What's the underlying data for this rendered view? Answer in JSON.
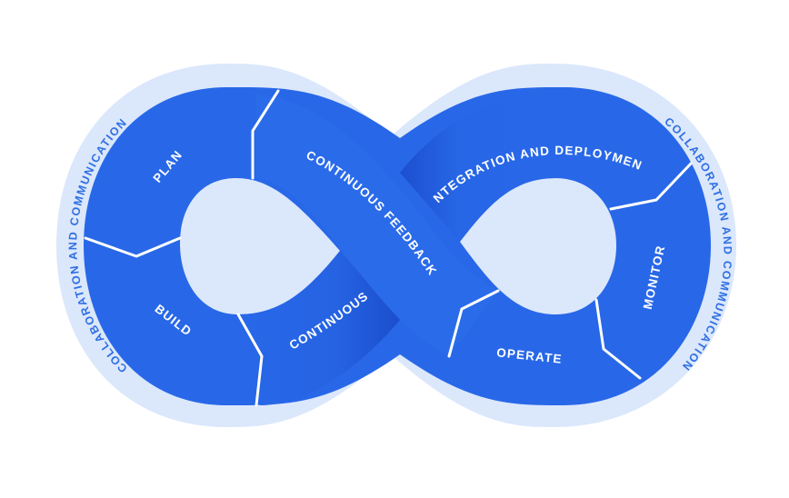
{
  "colors": {
    "background": "#ffffff",
    "halo": "#dbe7fb",
    "segment_primary": "#2868e8",
    "segment_shadow": "#1b4fcf",
    "divider": "#ffffff",
    "ring_text": "#2f6fe4"
  },
  "ring_labels": {
    "left": "COLLABORATION AND COMMUNICATION",
    "right": "COLLABORATION AND COMMUNICATION"
  },
  "segments": {
    "plan": "PLAN",
    "build": "BUILD",
    "continuous": "CONTINUOUS",
    "continuous_feedback": "CONTINUOUS FEEDBACK",
    "integration_deployment": "INTEGRATION AND DEPLOYMENT",
    "monitor": "MONITOR",
    "operate": "OPERATE"
  }
}
